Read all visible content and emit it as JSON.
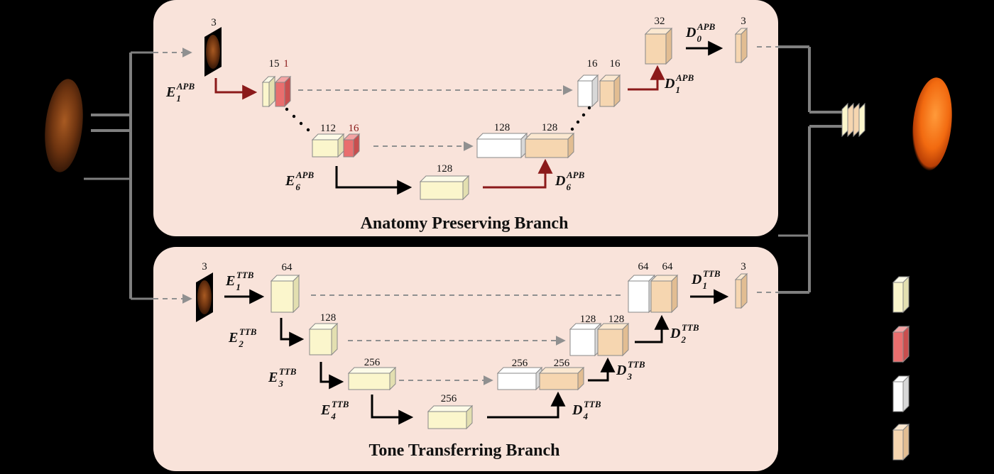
{
  "branches": {
    "apb_title": "Anatomy Preserving Branch",
    "ttb_title": "Tone Transferring Branch"
  },
  "apb_numbers": {
    "input_ch": "3",
    "e1_a": "15",
    "e1_b": "1",
    "e6_a": "112",
    "e6_b": "16",
    "bottleneck": "128",
    "d6_a": "128",
    "d6_b": "128",
    "d1_a": "16",
    "d1_b": "16",
    "d0_in": "32",
    "out_ch": "3"
  },
  "ttb_numbers": {
    "input_ch": "3",
    "e1": "64",
    "e2": "128",
    "e3": "256",
    "bottleneck": "256",
    "d3_a": "256",
    "d3_b": "256",
    "d2_a": "128",
    "d2_b": "128",
    "d1_a": "64",
    "d1_b": "64",
    "out_ch": "3"
  },
  "labels": {
    "apb_e1": {
      "base": "E",
      "sub": "1",
      "sup": "APB"
    },
    "apb_e6": {
      "base": "E",
      "sub": "6",
      "sup": "APB"
    },
    "apb_d6": {
      "base": "D",
      "sub": "6",
      "sup": "APB"
    },
    "apb_d1": {
      "base": "D",
      "sub": "1",
      "sup": "APB"
    },
    "apb_d0": {
      "base": "D",
      "sub": "0",
      "sup": "APB"
    },
    "ttb_e1": {
      "base": "E",
      "sub": "1",
      "sup": "TTB"
    },
    "ttb_e2": {
      "base": "E",
      "sub": "2",
      "sup": "TTB"
    },
    "ttb_e3": {
      "base": "E",
      "sub": "3",
      "sup": "TTB"
    },
    "ttb_e4": {
      "base": "E",
      "sub": "4",
      "sup": "TTB"
    },
    "ttb_d4": {
      "base": "D",
      "sub": "4",
      "sup": "TTB"
    },
    "ttb_d3": {
      "base": "D",
      "sub": "3",
      "sup": "TTB"
    },
    "ttb_d2": {
      "base": "D",
      "sub": "2",
      "sup": "TTB"
    },
    "ttb_d1": {
      "base": "D",
      "sub": "1",
      "sup": "TTB"
    }
  },
  "colors": {
    "background": "#000000",
    "panel": "#f9e3da",
    "encoder_block": "#fbf6cc",
    "attention_block": "#e96e6e",
    "upsample_block": "#ffffff",
    "decoder_block": "#f6d6b0",
    "red_arrow": "#8b1a1a",
    "skip": "#909090",
    "connector": "#7f7f7f"
  },
  "legend_icons": [
    "encoder-block-icon",
    "attention-block-icon",
    "upsample-block-icon",
    "decoder-block-icon"
  ]
}
